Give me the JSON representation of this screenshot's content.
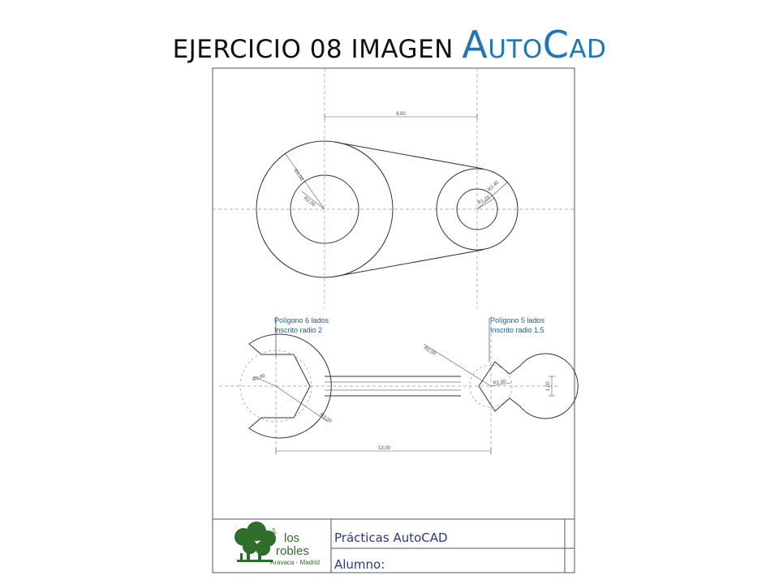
{
  "title": {
    "prefix": "EJERCICIO 08 IMAGEN",
    "brand_a": "A",
    "brand_uto": "UTO",
    "brand_c": "C",
    "brand_ad": "AD"
  },
  "drawing": {
    "dim_top": "9,00",
    "r_big_outer": "R4,00",
    "r_big_inner": "R2,00",
    "r_small_outer": "R2,40",
    "r_small_inner": "R1,20",
    "ann_left_1": "Polígono 6 lados",
    "ann_left_2": "Inscrito radio 2",
    "ann_right_1": "Polígono 5 lados",
    "ann_right_2": "Inscrito radio 1.5",
    "r_left_inner": "R2,00",
    "r_left_outer": "R3,00",
    "r_right_outer": "R2,00",
    "r_right_inner": "R1,50",
    "dim_bottom": "13,00",
    "dim_vertical": "1,00"
  },
  "title_block": {
    "logo_small": "colegio",
    "logo_los": "los",
    "logo_robles": "robles",
    "logo_place": "Aravaca - Madrid",
    "practice": "Prácticas AutoCAD",
    "student": "Alumno:"
  },
  "colors": {
    "accent": "#1f76b8",
    "line": "#333333",
    "annotation": "#1f5a9a",
    "logo_green": "#2f6d2a"
  }
}
